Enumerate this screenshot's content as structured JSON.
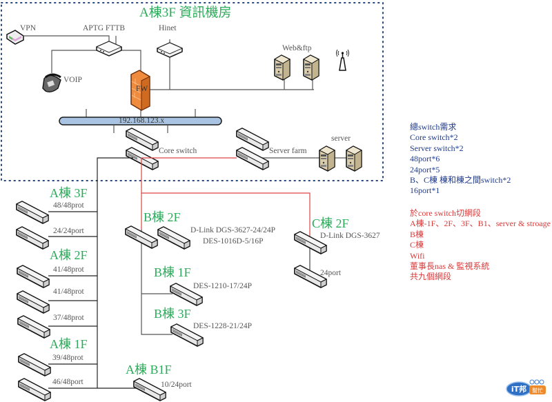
{
  "title": "A棟3F 資訊機房",
  "server_room": {
    "vpn": "VPN",
    "aptg": "APTG FTTB",
    "hinet": "Hinet",
    "voip": "VOIP",
    "fw": "FW",
    "web_ftp": "Web&ftp",
    "subnet": "192.168.123.x",
    "core_switch": "Core switch",
    "server_farm": "Server farm",
    "server": "server"
  },
  "building_a": {
    "floor_3f": "A棟 3F",
    "floor_3f_switches": [
      "48/48prot",
      "24/24port"
    ],
    "floor_2f": "A棟 2F",
    "floor_2f_switches": [
      "41/48prot",
      "41/48prot",
      "37/48prot"
    ],
    "floor_1f": "A棟 1F",
    "floor_1f_switches": [
      "39/48prot",
      "46/48port"
    ],
    "floor_b1f": "A棟 B1F",
    "floor_b1f_switch": "10/24port"
  },
  "building_b": {
    "floor_2f": "B棟 2F",
    "floor_2f_model_1": "D-Link DGS-3627-24/24P",
    "floor_2f_model_2": "DES-1016D-5/16P",
    "floor_1f": "B棟 1F",
    "floor_1f_model": "DES-1210-17/24P",
    "floor_3f": "B棟 3F",
    "floor_3f_model": "DES-1228-21/24P"
  },
  "building_c": {
    "floor_2f": "C棟 2F",
    "floor_2f_model": "D-Link DGS-3627",
    "floor_2f_switch2": "24port"
  },
  "notes_requirements": [
    "總switch需求",
    "Core switch*2",
    "Server switch*2",
    "48port*6",
    "24port*5",
    "B、C棟 棟和棟之間switch*2",
    "16port*1"
  ],
  "notes_segments": [
    "於core switch切網段",
    "A棟-1F、2F、3F、B1、server & stroage",
    "B棟",
    "C棟",
    "Wifi",
    "董事長nas & 監視系統",
    "共九個網段"
  ],
  "logo": {
    "main": "iT邦",
    "sub": "幫忙"
  },
  "colors": {
    "green_label": "#2bab5a",
    "notes_blue": "#1e3a8c",
    "notes_red": "#d93a3a",
    "link_red": "#d44",
    "firewall": "#f08a3c",
    "bus": "#a9c4e2"
  }
}
